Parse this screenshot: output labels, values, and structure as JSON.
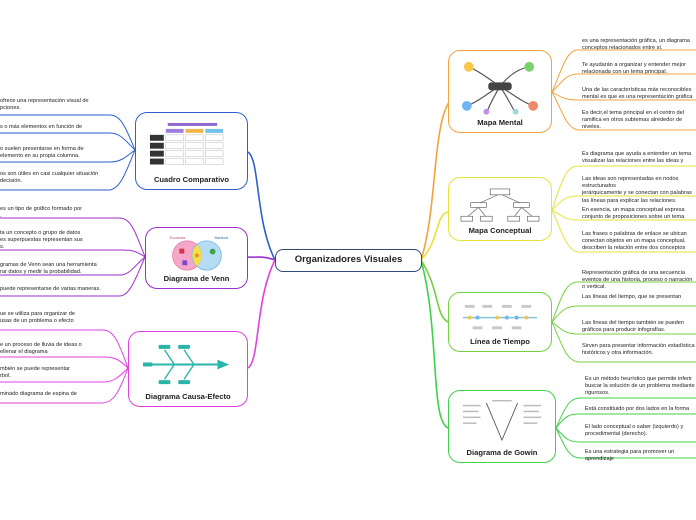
{
  "central": "Organizadores Visuales",
  "colors": {
    "orange": "#f2a33c",
    "yellow": "#e8e23a",
    "green": "#74d13f",
    "blue": "#2f5fd0",
    "purple": "#9b2fcf",
    "magenta": "#e33fe0"
  },
  "topics": {
    "mapa_mental": {
      "label": "Mapa Mental",
      "notes": [
        " es una representación gráfica, un diagrama\nconceptos relacionados entre sí.",
        "Te ayudarán a organizar y entender mejor\nrelacionada con un tema principal.",
        "Una de las características más reconocibles\nmental es que es una representación gráfica",
        "Es decir,el tema principal en el centro del\nramifica en otros subtemas alrededor de\nniveles."
      ]
    },
    "mapa_conceptual": {
      "label": "Mapa Conceptual",
      "notes": [
        " Es diagrama que ayuda a entender un tema\nvisualizar las relaciones entre las ideas y",
        "Las ideas son representadas en nodos estructurados\njerárquicamente y se conectan con palabras\nlas líneas para explicar las relaciones.",
        "En esencia, un mapa conceptual expresa\nconjunto de proposiciones sobre un tema",
        "Las frases o palabras de enlace se ubican\nconectan objetos en un mapa conceptual,\ndescriben la relación entre dos conceptos"
      ]
    },
    "linea_tiempo": {
      "label": "Línea de Tiempo",
      "notes": [
        " Representación gráfica de una secuencia\neventos de una historia, proceso o narración\no vertical.",
        " Las líneas del tiempo, que se presentan\n",
        "Las líneas del tiempo también se pueden\ngráficos para producir infografías.",
        "Sirven para presentar información estadística\nhistóricos y otra información."
      ]
    },
    "diagrama_gowin": {
      "label": "Diagrama de Gowin",
      "notes": [
        "Es un método heurístico que permite inferir\nbuscar la solución de un problema mediante\nrigurosos.",
        "Está constituido por dos lados en la forma",
        "El lado conceptual o saber (izquierdo) y\nprocedimental (derecho).",
        "Es una estrategia para promover un aprendizaje"
      ]
    },
    "cuadro_comparativo": {
      "label": "Cuadro Comparativo",
      "notes": [
        "ofrece una representación visual de\npciones.",
        "s o más elementos en función de",
        "o suelen presentarse en forma de\nelemento en su propia columna.",
        "os son útiles en casi cualquier situación\ndecisión."
      ]
    },
    "diagrama_venn": {
      "label": "Diagrama de Venn",
      "thumb_left": "Eucariota",
      "thumb_right": "Bacteria",
      "notes": [
        " es un tipo de gráfico formado por\n.",
        "ta un concepto o grupo de datos\nes superpuestas representan sus\ns.",
        "gramas de Venn sean una herramienta\nrar datos y medir la probabilidad.",
        " puede representarse de varias maneras."
      ]
    },
    "causa_efecto": {
      "label": "Diagrama Causa-Efecto",
      "notes": [
        "ue se utiliza para organizar de\nusas de un problema o efecto",
        "e un proceso de lluvia de ideas o\nellenar el diagrama",
        "mbién se puede representar\nrbol.",
        "minado diagrama de espina de"
      ]
    }
  }
}
